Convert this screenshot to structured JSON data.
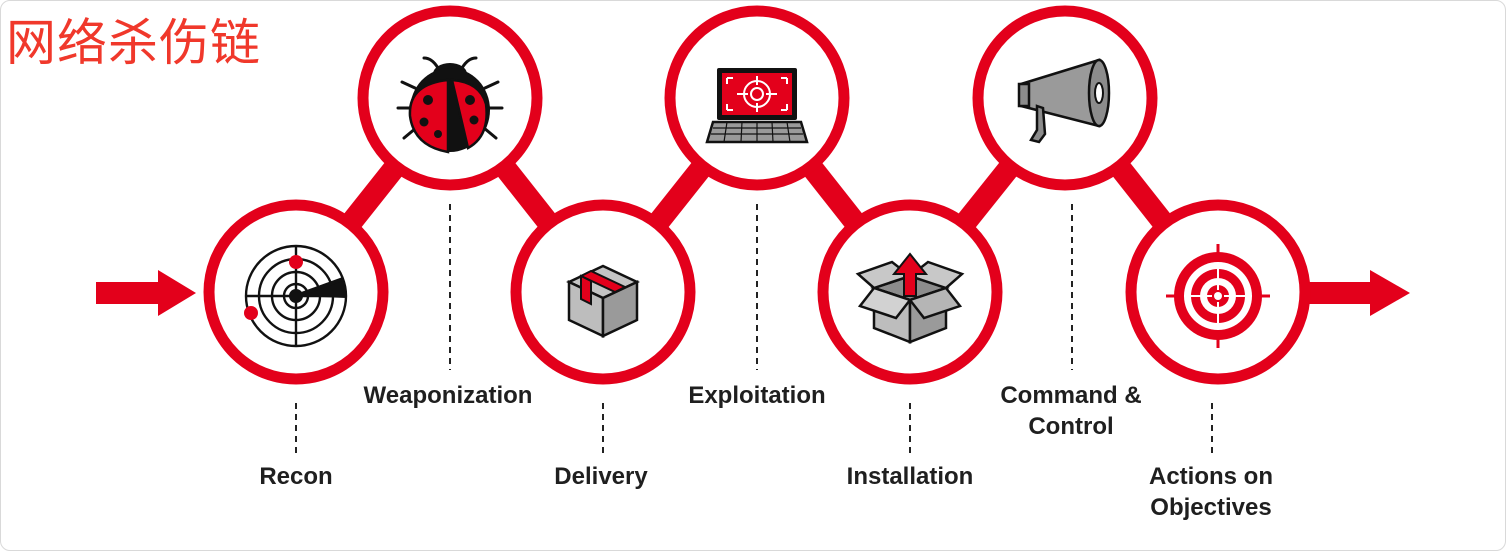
{
  "title": "网络杀伤链",
  "colors": {
    "accent": "#e3001b",
    "title": "#f0382b",
    "ink": "#1f1f1f",
    "gray": "#9a9a9a"
  },
  "stages": [
    {
      "line1": "Recon",
      "line2": "",
      "icon": "radar-icon"
    },
    {
      "line1": "Weaponization",
      "line2": "",
      "icon": "ladybug-icon"
    },
    {
      "line1": "Delivery",
      "line2": "",
      "icon": "package-icon"
    },
    {
      "line1": "Exploitation",
      "line2": "",
      "icon": "laptop-target-icon"
    },
    {
      "line1": "Installation",
      "line2": "",
      "icon": "open-box-arrow-icon"
    },
    {
      "line1": "Command &",
      "line2": "Control",
      "icon": "megaphone-icon"
    },
    {
      "line1": "Actions on",
      "line2": "Objectives",
      "icon": "target-icon"
    }
  ]
}
